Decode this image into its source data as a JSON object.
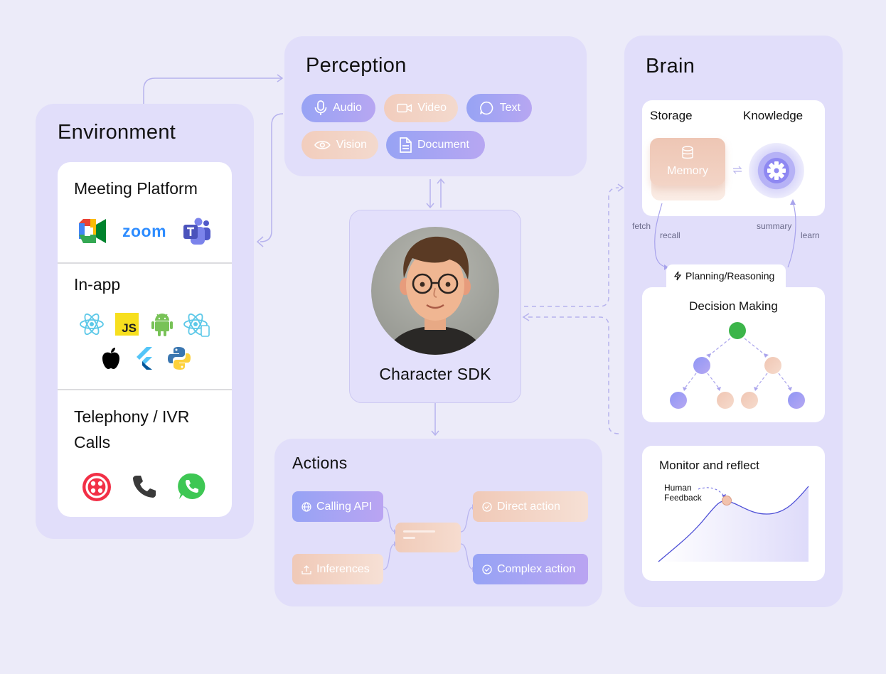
{
  "environment": {
    "title": "Environment",
    "sections": [
      {
        "title": "Meeting Platform",
        "icons": [
          "google-meet-icon",
          "zoom-icon",
          "teams-icon"
        ],
        "zoom_text": "zoom"
      },
      {
        "title": "In-app",
        "icons": [
          "react-icon",
          "javascript-icon",
          "android-icon",
          "react-native-icon",
          "apple-icon",
          "flutter-icon",
          "python-icon"
        ],
        "js_text": "JS"
      },
      {
        "title": "Telephony / IVR Calls",
        "icons": [
          "twilio-icon",
          "phone-icon",
          "whatsapp-icon"
        ]
      }
    ]
  },
  "perception": {
    "title": "Perception",
    "chips": [
      {
        "label": "Audio",
        "icon": "microphone-icon",
        "color": "#9aa3f5"
      },
      {
        "label": "Video",
        "icon": "video-camera-icon",
        "color": "#f2cdbd"
      },
      {
        "label": "Text",
        "icon": "chat-bubble-icon",
        "color": "#9aa3f5"
      },
      {
        "label": "Vision",
        "icon": "eye-icon",
        "color": "#f2cdbd"
      },
      {
        "label": "Document",
        "icon": "document-icon",
        "color": "#9aa3f5"
      }
    ]
  },
  "character": {
    "title": "Character SDK",
    "avatar": "character-avatar"
  },
  "actions": {
    "title": "Actions",
    "calling_api": "Calling API",
    "inferences": "Inferences",
    "direct_action": "Direct action",
    "complex_action": "Complex action"
  },
  "brain": {
    "title": "Brain",
    "storage": "Storage",
    "knowledge": "Knowledge",
    "memory": "Memory",
    "fetch": "fetch",
    "recall": "recall",
    "summary": "summary",
    "learn": "learn",
    "planning": "Planning/Reasoning",
    "decision": "Decision Making",
    "monitor": "Monitor and reflect",
    "human_feedback_1": "Human",
    "human_feedback_2": "Feedback"
  },
  "colors": {
    "background": "#ecebf9",
    "panel": "#e1defa",
    "blue_accent": "#9aa3f5",
    "peach_accent": "#f2cdbd",
    "green_node": "#3cb54a"
  }
}
